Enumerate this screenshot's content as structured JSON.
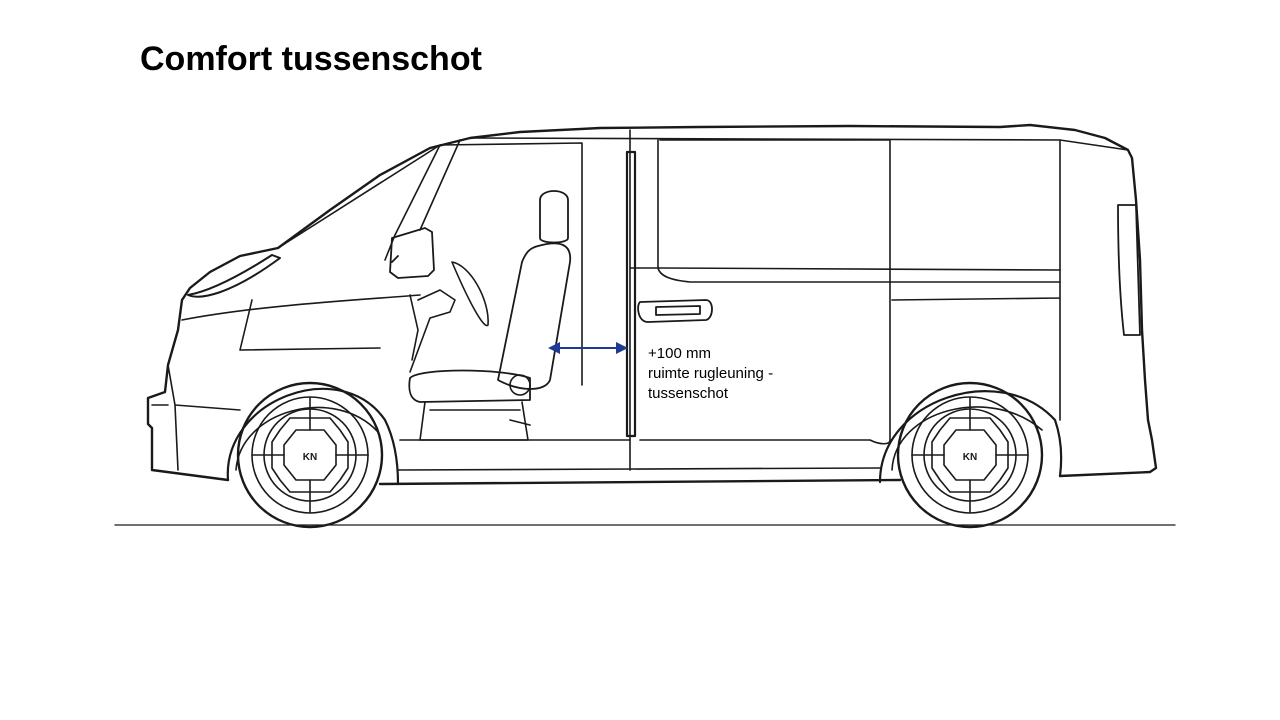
{
  "slide": {
    "title": "Comfort tussenschot"
  },
  "annotation": {
    "line1": "+100 mm",
    "line2": "ruimte rugleuning -",
    "line3": "tussenschot"
  },
  "colors": {
    "outline": "#1a1a1a",
    "arrow": "#1f3a93",
    "background": "#ffffff"
  },
  "icons": {
    "wheel_logo": "kia-logo-icon"
  }
}
